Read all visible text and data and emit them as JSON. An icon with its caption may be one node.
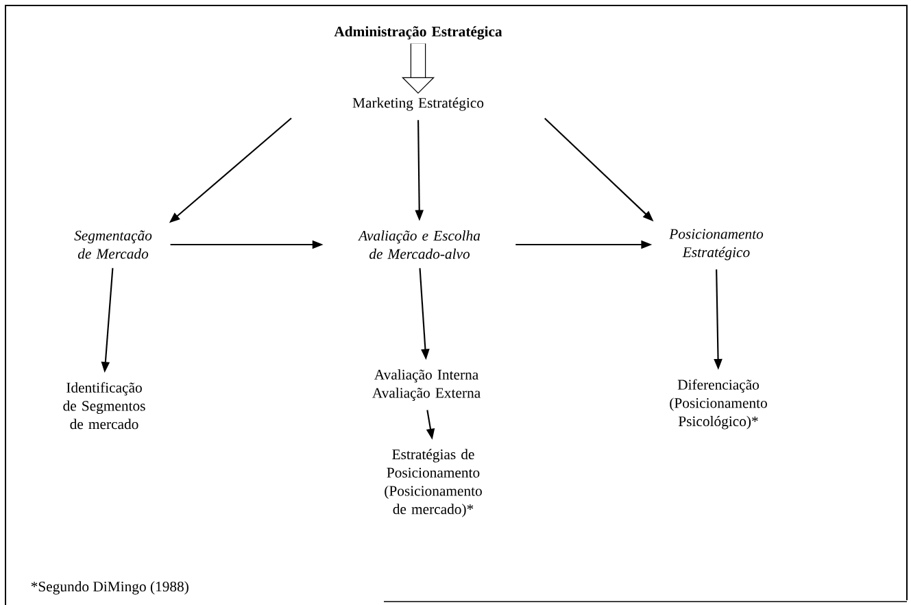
{
  "diagram": {
    "nodes": [
      {
        "text": [
          "Administração Estratégica"
        ]
      },
      {
        "text": [
          "Marketing Estratégico"
        ]
      },
      {
        "text": [
          "Segmentação de Mercado"
        ]
      },
      {
        "text": [
          "Avaliação e Escolha de Mercado-alvo"
        ]
      },
      {
        "text": [
          "Posicionamento Estratégico"
        ]
      },
      {
        "text": [
          "Identificação de Segmentos de mercado"
        ]
      },
      {
        "text": [
          "Avaliação Interna Avaliação Externa"
        ]
      },
      {
        "text": [
          "Estratégias de Posicionamento (Posicionamento de mercado)*"
        ]
      },
      {
        "text": [
          "Diferenciação (Posicionamento Psicológico)*"
        ]
      }
    ],
    "edges": [
      {
        "from": 0,
        "to": 1,
        "arrow": "to",
        "style": "thick"
      },
      {
        "from": 1,
        "to": 2,
        "arrow": "to"
      },
      {
        "from": 1,
        "to": 3,
        "arrow": "to"
      },
      {
        "from": 1,
        "to": 4,
        "arrow": "to"
      },
      {
        "from": 2,
        "to": 3,
        "arrow": "to"
      },
      {
        "from": 3,
        "to": 4,
        "arrow": "to"
      },
      {
        "from": 2,
        "to": 5,
        "arrow": "to"
      },
      {
        "from": 3,
        "to": 6,
        "arrow": "to"
      },
      {
        "from": 6,
        "to": 7,
        "arrow": "to"
      },
      {
        "from": 4,
        "to": 8,
        "arrow": "to"
      }
    ],
    "labels": [
      "*Segundo DiMingo (1988)"
    ]
  }
}
